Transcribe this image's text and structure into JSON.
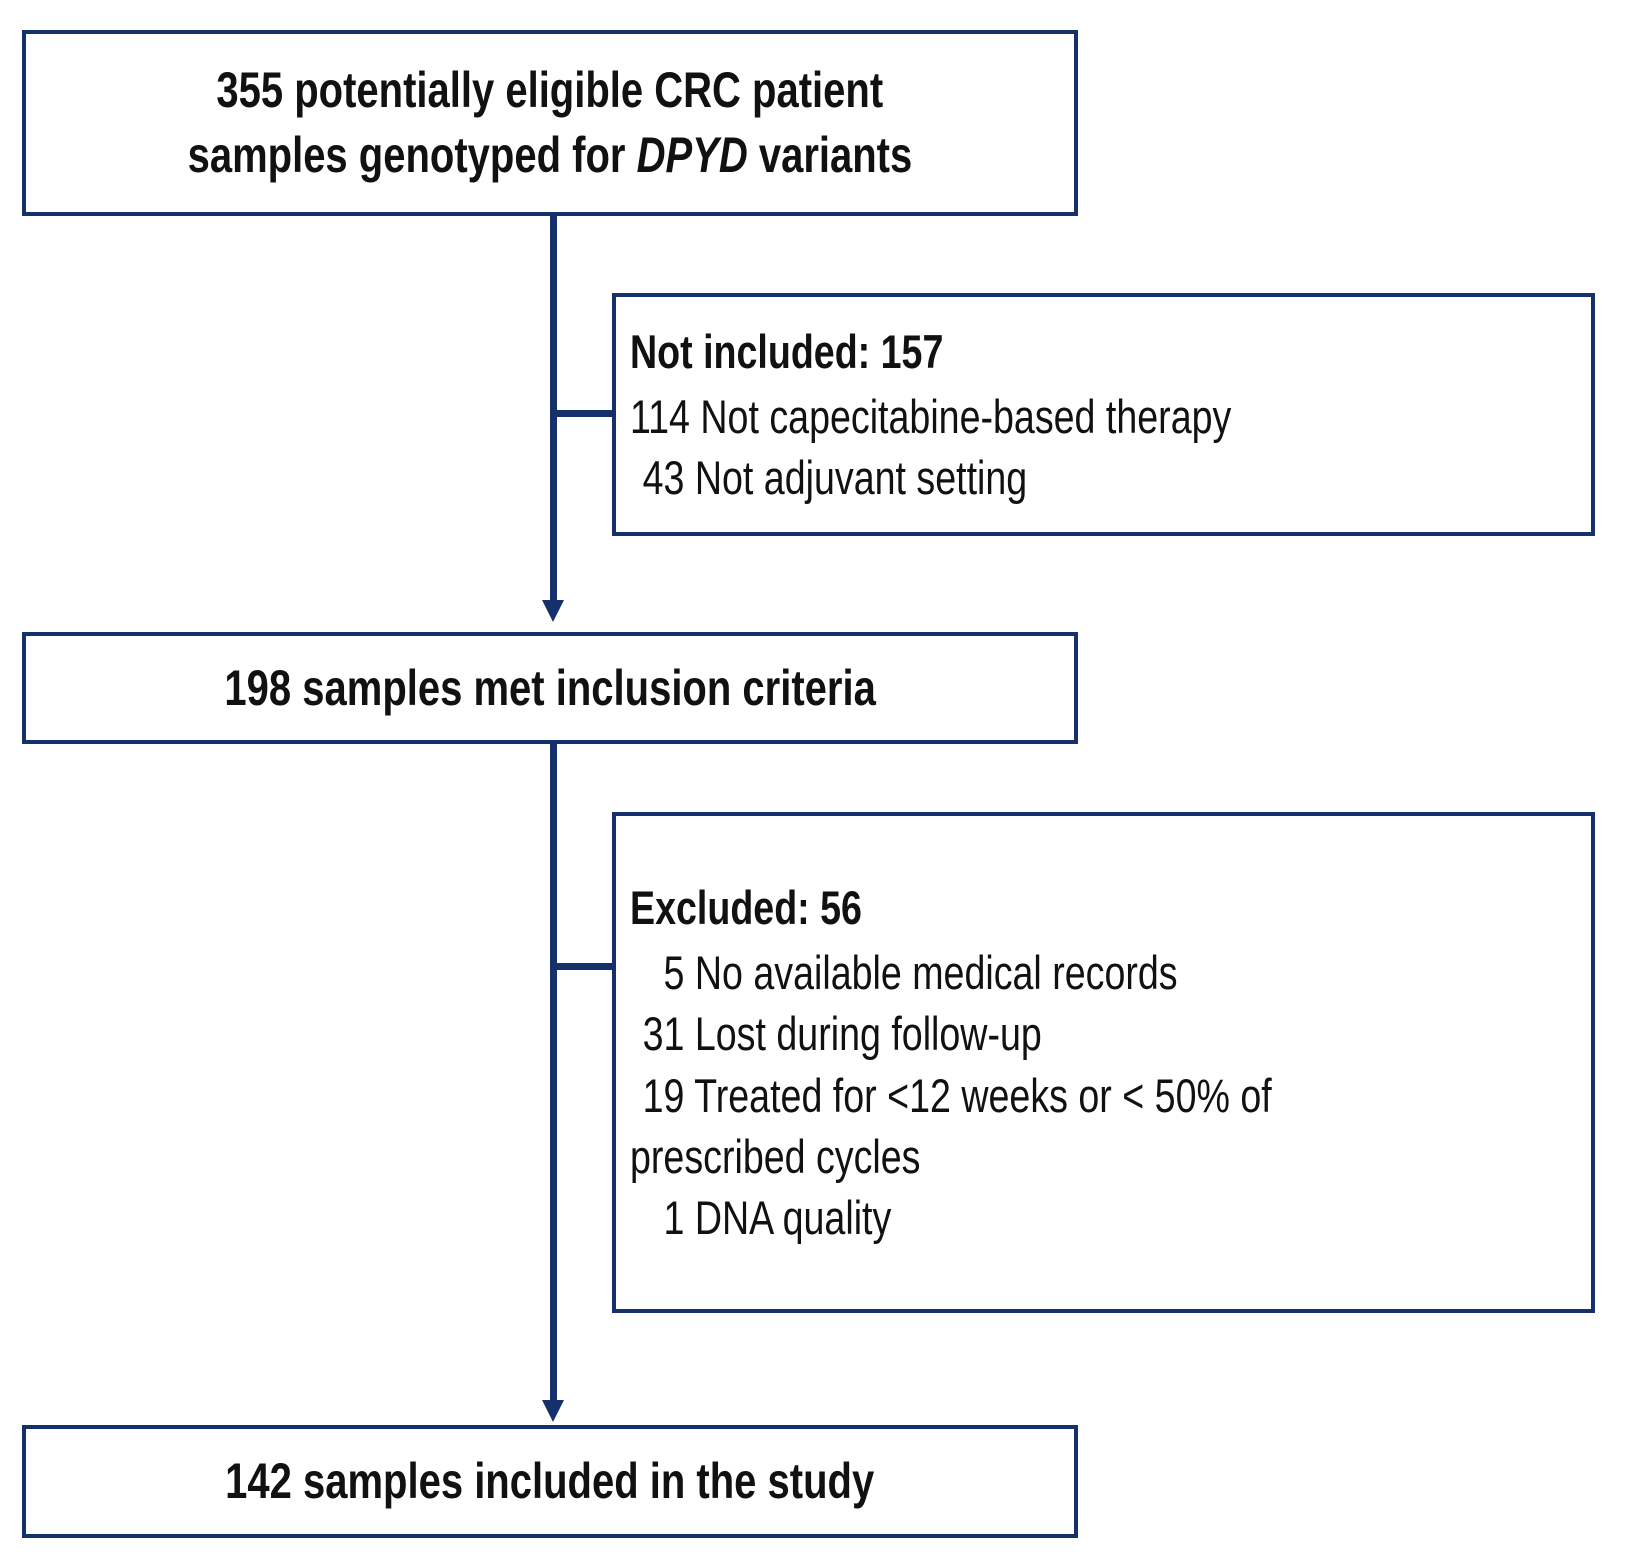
{
  "colors": {
    "edge": "#16306b",
    "text": "#111111",
    "background": "#ffffff"
  },
  "chart_data": {
    "type": "diagram",
    "title": "CRC patient sample selection flow diagram",
    "nodes": [
      {
        "id": "eligible",
        "kind": "main",
        "value": 355,
        "label": "355 potentially eligible CRC patient samples genotyped for DPYD variants"
      },
      {
        "id": "not-included",
        "kind": "side",
        "value": 157,
        "label": "Not included: 157"
      },
      {
        "id": "met-criteria",
        "kind": "main",
        "value": 198,
        "label": "198 samples met inclusion criteria"
      },
      {
        "id": "excluded",
        "kind": "side",
        "value": 56,
        "label": "Excluded: 56"
      },
      {
        "id": "included",
        "kind": "main",
        "value": 142,
        "label": "142 samples included in the study"
      }
    ],
    "edges": [
      {
        "from": "eligible",
        "to": "met-criteria",
        "type": "arrow"
      },
      {
        "from": "eligible",
        "to": "not-included",
        "type": "branch"
      },
      {
        "from": "met-criteria",
        "to": "included",
        "type": "arrow"
      },
      {
        "from": "met-criteria",
        "to": "excluded",
        "type": "branch"
      }
    ],
    "breakdown": {
      "not_included": [
        {
          "count": 114,
          "reason": "Not capecitabine-based therapy"
        },
        {
          "count": 43,
          "reason": "Not adjuvant setting"
        }
      ],
      "excluded": [
        {
          "count": 5,
          "reason": "No available medical records"
        },
        {
          "count": 31,
          "reason": "Lost during follow-up"
        },
        {
          "count": 19,
          "reason": "Treated for <12 weeks or < 50% of prescribed cycles"
        },
        {
          "count": 1,
          "reason": "DNA quality"
        }
      ]
    }
  },
  "box_eligible": {
    "line1": "355 potentially eligible CRC patient",
    "line2_pre": "samples genotyped for ",
    "line2_gene": "DPYD",
    "line2_post": " variants"
  },
  "box_not_included": {
    "heading": "Not included: 157",
    "items": [
      {
        "num": "114",
        "text": "Not capecitabine-based therapy"
      },
      {
        "num": "43",
        "text": "Not adjuvant setting"
      }
    ]
  },
  "box_met_criteria": {
    "line1": "198 samples met inclusion criteria"
  },
  "box_excluded": {
    "heading": "Excluded: 56",
    "items": [
      {
        "num": "5",
        "text": "No available medical records"
      },
      {
        "num": "31",
        "text": "Lost during follow-up"
      },
      {
        "num": "19",
        "text": "Treated for <12 weeks or < 50% of"
      },
      {
        "num": "",
        "text": "prescribed cycles"
      },
      {
        "num": "1",
        "text": "DNA quality"
      }
    ]
  },
  "box_included": {
    "line1": "142 samples included in the study"
  }
}
